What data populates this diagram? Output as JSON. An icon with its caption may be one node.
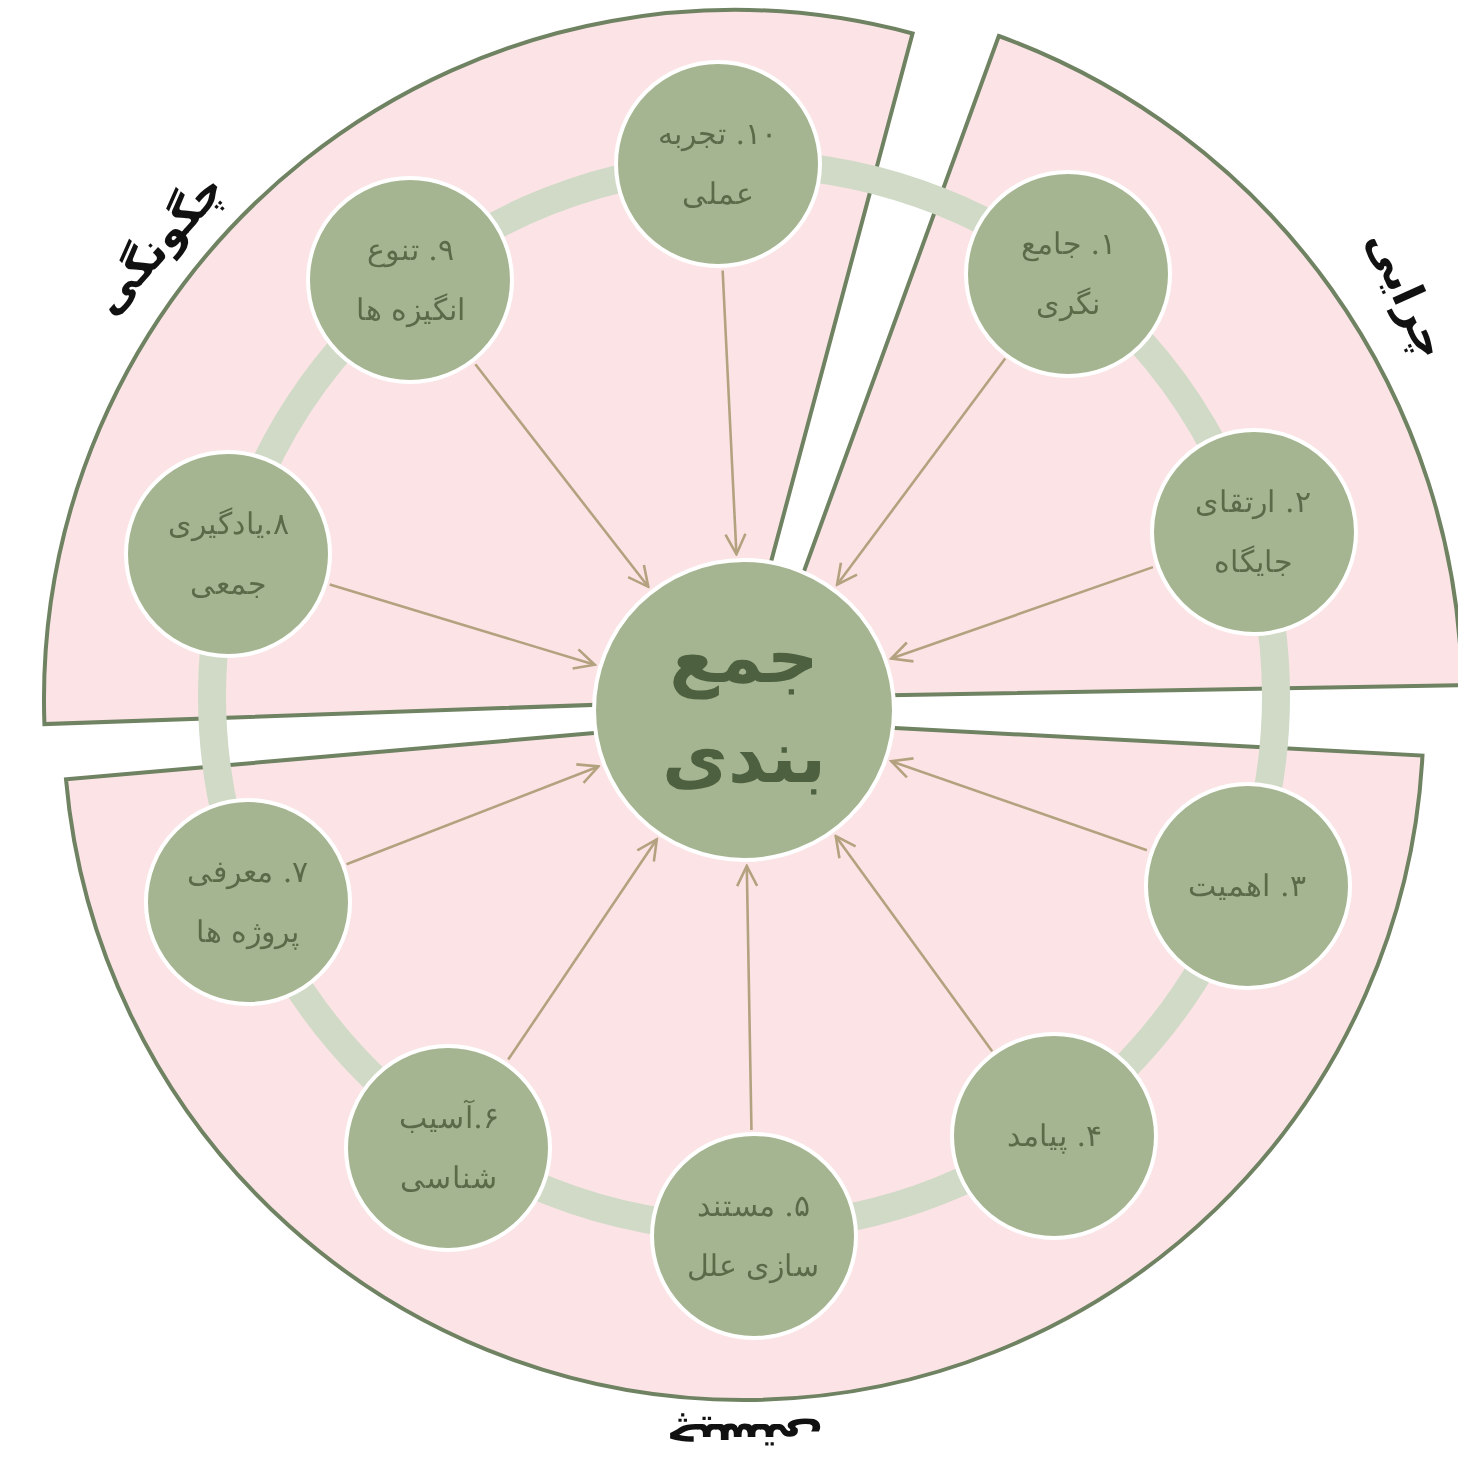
{
  "diagram": {
    "nodes": [
      {
        "text": [
          "چرایی"
        ]
      },
      {
        "text": [
          "۱. جامع نگری"
        ],
        "in": 0
      },
      {
        "text": [
          "۲. ارتقای جایگاه"
        ],
        "in": 0
      },
      {
        "text": [
          "چیستی"
        ]
      },
      {
        "text": [
          "۳. اهمیت"
        ],
        "in": 3
      },
      {
        "text": [
          "۴. پیامد"
        ],
        "in": 3
      },
      {
        "text": [
          "۵. مستند سازی علل"
        ],
        "in": 3
      },
      {
        "text": [
          "۶.آسیب شناسی"
        ],
        "in": 3
      },
      {
        "text": [
          "۷. معرفی پروژه ها"
        ],
        "in": 3
      },
      {
        "text": [
          "چگونگی"
        ]
      },
      {
        "text": [
          "۸.یادگیری جمعی"
        ],
        "in": 9
      },
      {
        "text": [
          "۹. تنوع انگیزه ها"
        ],
        "in": 9
      },
      {
        "text": [
          "۱۰. تجربه عملی"
        ],
        "in": 9
      },
      {
        "text": [
          "جمع بندی"
        ]
      }
    ],
    "edges": [
      {
        "from": 1,
        "to": 13,
        "arrow": "to"
      },
      {
        "from": 2,
        "to": 13,
        "arrow": "to"
      },
      {
        "from": 4,
        "to": 13,
        "arrow": "to"
      },
      {
        "from": 5,
        "to": 13,
        "arrow": "to"
      },
      {
        "from": 6,
        "to": 13,
        "arrow": "to"
      },
      {
        "from": 7,
        "to": 13,
        "arrow": "to"
      },
      {
        "from": 8,
        "to": 13,
        "arrow": "to"
      },
      {
        "from": 10,
        "to": 13,
        "arrow": "to"
      },
      {
        "from": 11,
        "to": 13,
        "arrow": "to"
      },
      {
        "from": 12,
        "to": 13,
        "arrow": "to"
      }
    ]
  }
}
